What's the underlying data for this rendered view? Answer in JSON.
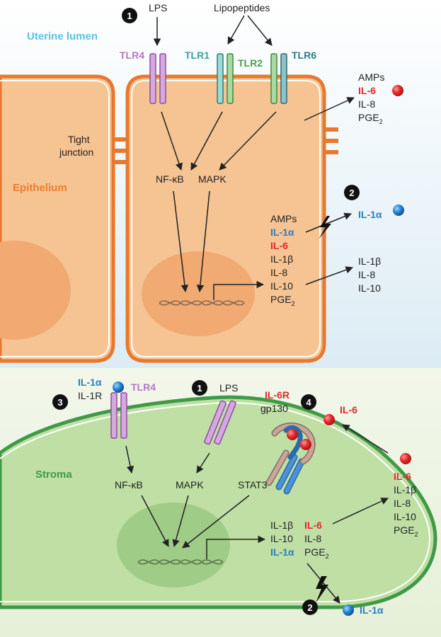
{
  "regions": {
    "lumen": "Uterine lumen",
    "epithelium": "Epithelium",
    "stroma": "Stroma",
    "tight_junction": [
      "Tight",
      "junction"
    ]
  },
  "ligands": {
    "lps_top": "LPS",
    "lipopeptides": "Lipopeptides",
    "lps_stroma": "LPS"
  },
  "receptors": {
    "tlr4": "TLR4",
    "tlr1": "TLR1",
    "tlr2": "TLR2",
    "tlr6": "TLR6",
    "stroma_tlr4": "TLR4",
    "stroma_il1a": "IL-1α",
    "stroma_il1r": "IL-1R",
    "il6r": "IL-6R",
    "gp130": "gp130"
  },
  "pathways": {
    "nfkb_epi": "NF-κB",
    "mapk_epi": "MAPK",
    "nfkb_stroma": "NF-κB",
    "mapk_stroma": "MAPK",
    "stat3": "STAT3"
  },
  "steps": [
    "1",
    "2",
    "3",
    "4",
    "1",
    "2"
  ],
  "epi_secreted_top": [
    "AMPs",
    "IL-6",
    "IL-8",
    "PGE"
  ],
  "epi_internal": [
    "AMPs",
    "IL-1α",
    "IL-6",
    "IL-1β",
    "IL-8",
    "IL-10",
    "PGE"
  ],
  "epi_released_il1a": "IL-1α",
  "epi_released_list": [
    "IL-1β",
    "IL-8",
    "IL-10"
  ],
  "stroma_internal_left": [
    "IL-1β",
    "IL-10",
    "IL-1α"
  ],
  "stroma_internal_right": [
    "IL-6",
    "IL-8",
    "PGE"
  ],
  "stroma_secreted": [
    "IL-6",
    "IL-1β",
    "IL-8",
    "IL-10",
    "PGE"
  ],
  "stroma_il6_free": "IL-6",
  "stroma_released_il1a": "IL-1α",
  "subscript_2": "2",
  "colors": {
    "lumen_text": "#5bc0e8",
    "epithelium_text": "#ef7d2e",
    "stroma_text": "#3f9a48",
    "il6_red": "#e0282e",
    "il1a_blue": "#2a7ec2",
    "tlr4_purple": "#b677c4",
    "tlr1_teal": "#3aa39a",
    "tlr2_green": "#4ea04a",
    "tlr6_darkteal": "#2f7c85"
  }
}
